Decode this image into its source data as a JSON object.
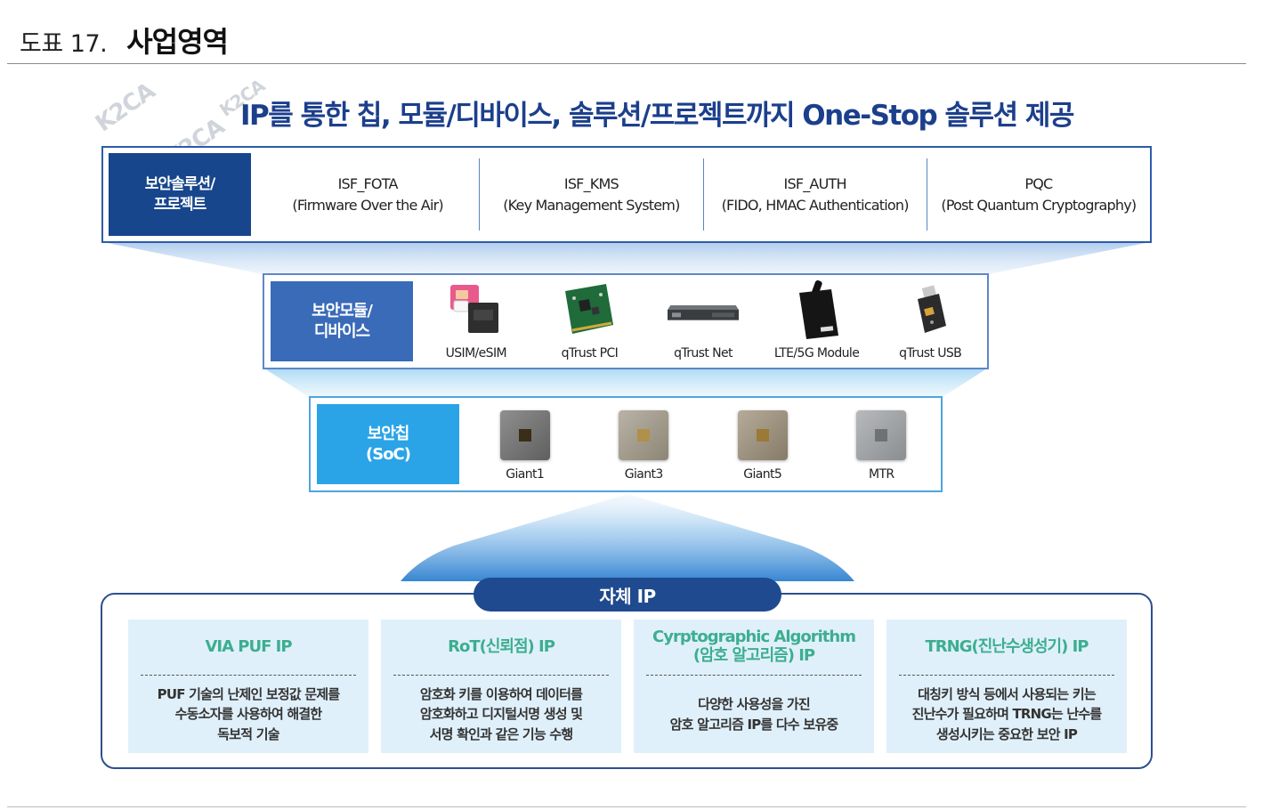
{
  "figure": {
    "number": "도표 17.",
    "title": "사업영역"
  },
  "headline": "IP를 통한 칩, 모듈/디바이스, 솔루션/프로젝트까지 One-Stop 솔루션 제공",
  "watermark": "K2CA",
  "solutions": {
    "category": "보안솔루션/\n프로젝트",
    "items": [
      {
        "name": "ISF_FOTA",
        "desc": "(Firmware Over the Air)"
      },
      {
        "name": "ISF_KMS",
        "desc": "(Key Management System)"
      },
      {
        "name": "ISF_AUTH",
        "desc": "(FIDO, HMAC Authentication)"
      },
      {
        "name": "PQC",
        "desc": "(Post Quantum Cryptography)"
      }
    ]
  },
  "modules": {
    "category": "보안모듈/\n디바이스",
    "items": [
      {
        "label": "USIM/eSIM",
        "icon": "usim-esim-icon"
      },
      {
        "label": "qTrust PCI",
        "icon": "pci-card-icon"
      },
      {
        "label": "qTrust Net",
        "icon": "network-appliance-icon"
      },
      {
        "label": "LTE/5G Module",
        "icon": "lte-module-icon"
      },
      {
        "label": "qTrust USB",
        "icon": "usb-module-icon"
      }
    ]
  },
  "chips": {
    "category": "보안칩\n(SoC)",
    "items": [
      {
        "label": "Giant1",
        "core_color": "#3a2e18"
      },
      {
        "label": "Giant3",
        "core_color": "#b0904a"
      },
      {
        "label": "Giant5",
        "core_color": "#9a7a36"
      },
      {
        "label": "MTR",
        "core_color": "#6e7275"
      }
    ]
  },
  "ip": {
    "title": "자체 IP",
    "cards": [
      {
        "title": "VIA PUF IP",
        "desc": "PUF 기술의 난제인 보정값 문제를\n수동소자를 사용하여 해결한\n독보적 기술"
      },
      {
        "title": "RoT(신뢰점) IP",
        "desc": "암호화 키를 이용하여 데이터를\n암호화하고 디지털서명 생성 및\n서명 확인과 같은 기능 수행"
      },
      {
        "title": "Cyrptographic Algorithm\n(암호 알고리즘) IP",
        "desc": "다양한 사용성을 가진\n암호 알고리즘  IP를 다수 보유중"
      },
      {
        "title": "TRNG(진난수생성기) IP",
        "desc": "대칭키 방식 등에서 사용되는 키는\n진난수가 필요하며 TRNG는 난수를\n생성시키는 중요한 보안 IP"
      }
    ]
  },
  "colors": {
    "solution_category": "#17468c",
    "module_category": "#3a6bb8",
    "chip_category": "#2aa4e6",
    "ip_pill": "#1f4a8f",
    "ip_title": "#3cae8f",
    "headline": "#1c3f8c"
  }
}
